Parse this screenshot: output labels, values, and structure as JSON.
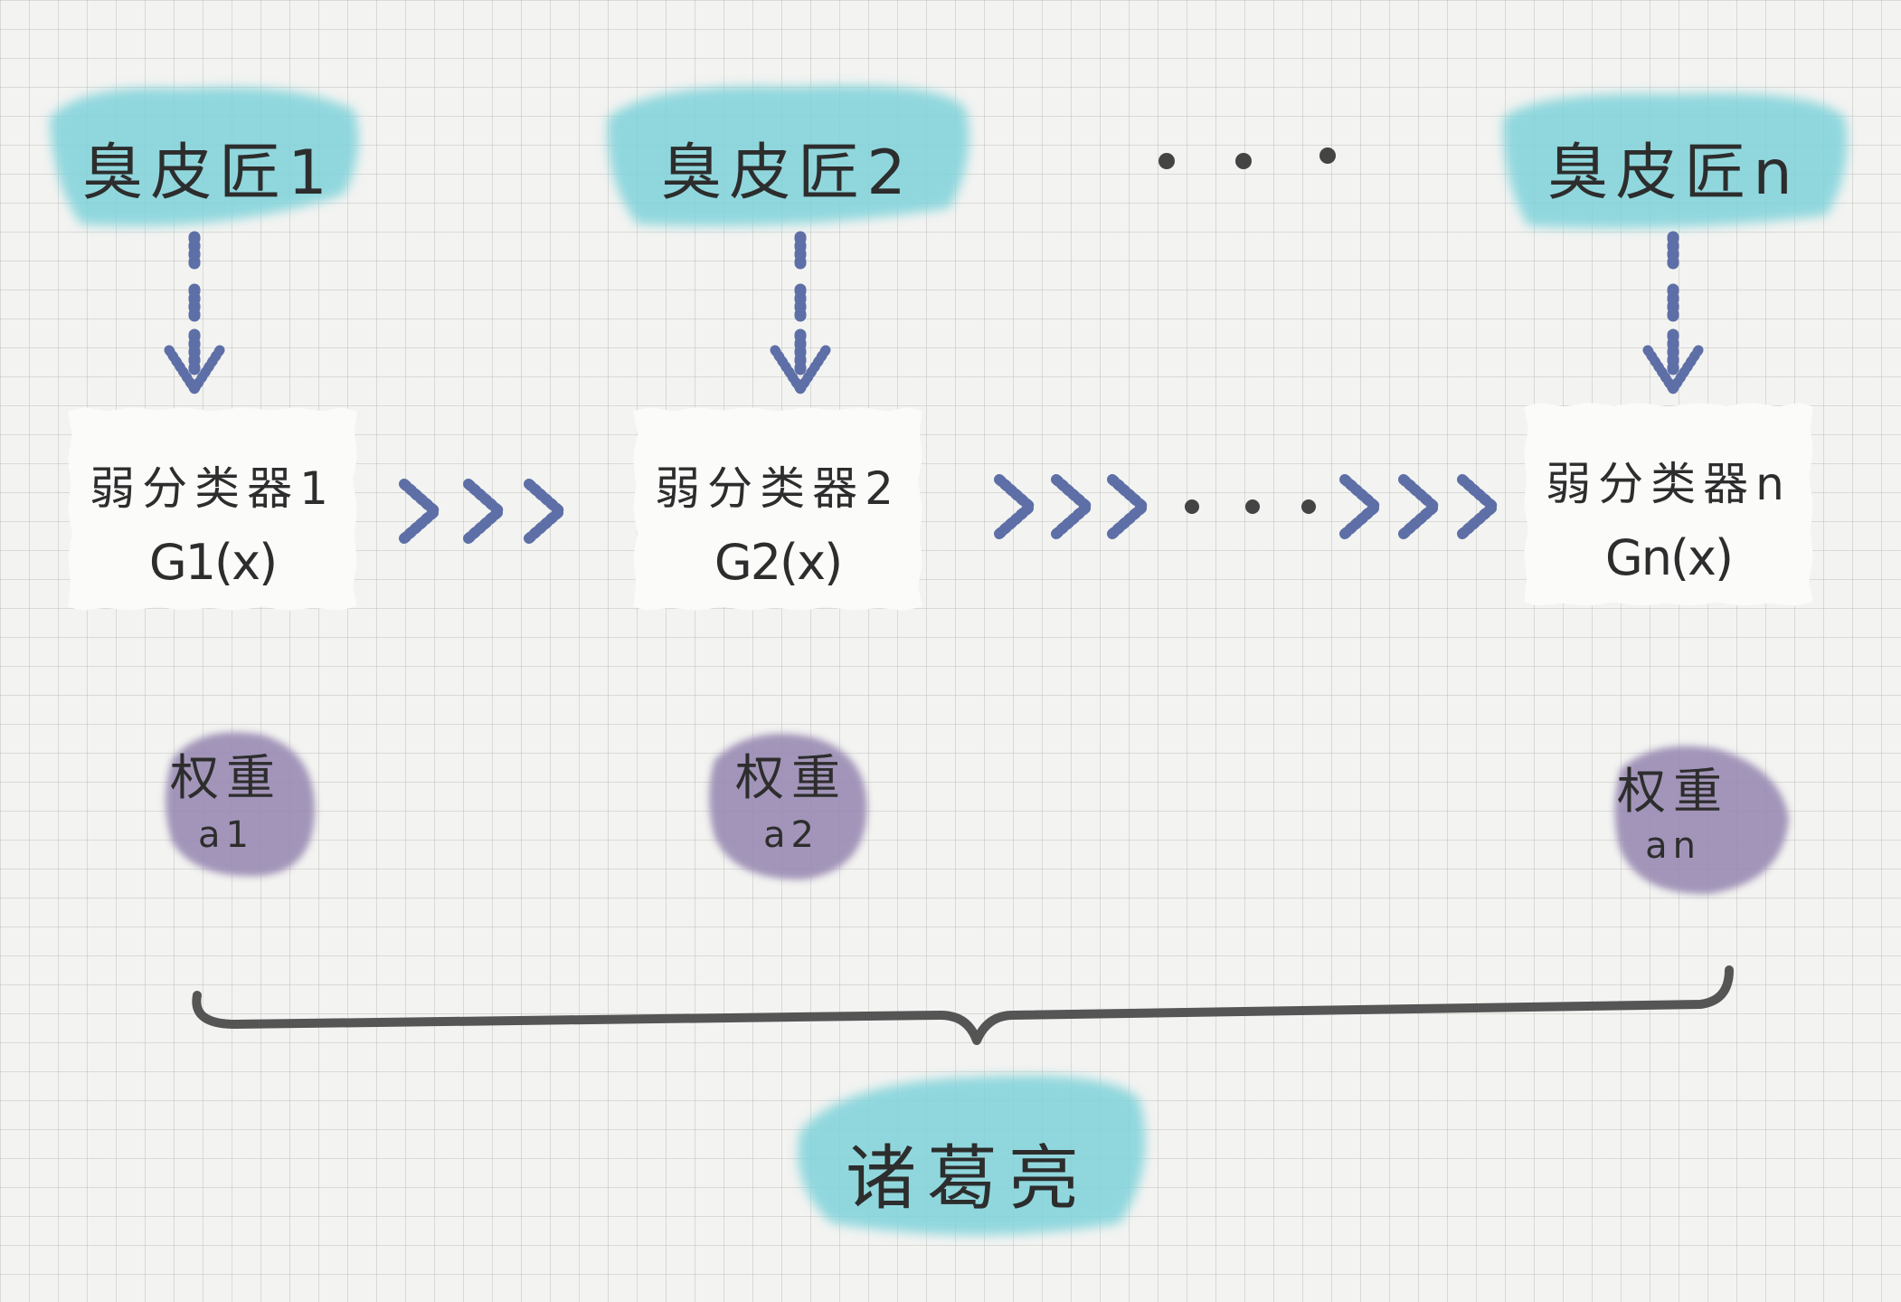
{
  "cobblers": [
    {
      "label": "臭皮匠1"
    },
    {
      "label": "臭皮匠2"
    },
    {
      "label": "臭皮匠n"
    }
  ],
  "ellipsis_top": "· · ·",
  "classifiers": [
    {
      "title": "弱分类器1",
      "func": "G1(x)"
    },
    {
      "title": "弱分类器2",
      "func": "G2(x)"
    },
    {
      "title": "弱分类器n",
      "func": "Gn(x)"
    }
  ],
  "ellipsis_middle": "· · ·",
  "weights": [
    {
      "label": "权重",
      "symbol": "a1"
    },
    {
      "label": "权重",
      "symbol": "a2"
    },
    {
      "label": "权重",
      "symbol": "an"
    }
  ],
  "result": {
    "label": "诸葛亮"
  },
  "colors": {
    "teal": "#7fd3da",
    "purple": "#9a8bb3",
    "arrow": "#5d6fa6",
    "ink": "#2d2d2d",
    "brace": "#555555"
  }
}
